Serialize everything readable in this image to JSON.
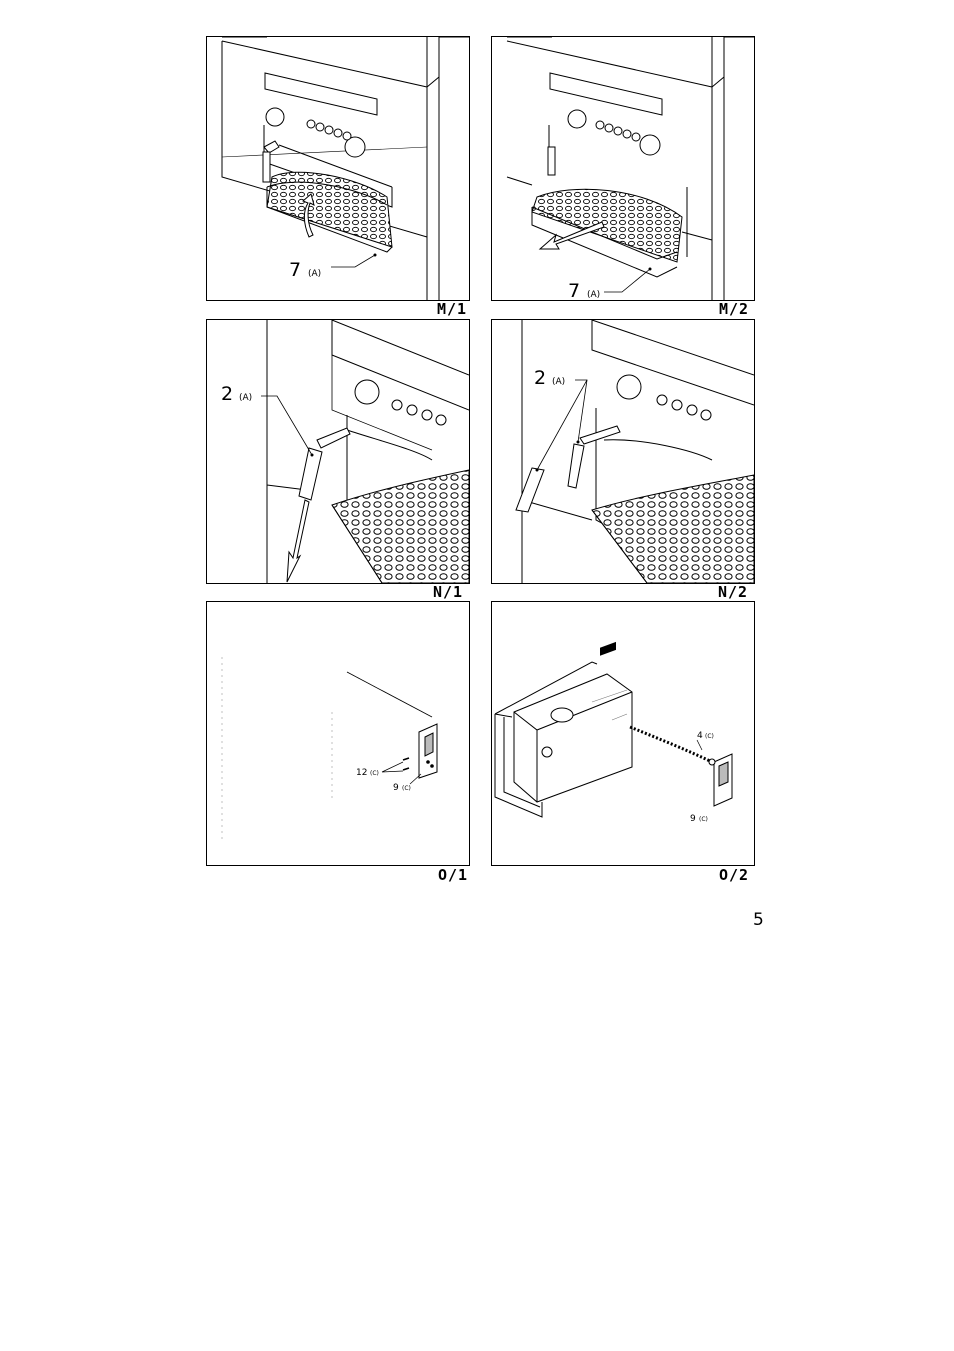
{
  "figures": [
    {
      "caption": "M/1",
      "callout_num": "7",
      "callout_tag": "(A)"
    },
    {
      "caption": "M/2",
      "callout_num": "7",
      "callout_tag": "(A)"
    },
    {
      "caption": "N/1",
      "callout_num": "2",
      "callout_tag": "(A)"
    },
    {
      "caption": "N/2",
      "callout_num": "2",
      "callout_tag": "(A)"
    },
    {
      "caption": "O/1",
      "callouts": [
        {
          "num": "12",
          "tag": "(C)"
        },
        {
          "num": "9",
          "tag": "(C)"
        }
      ]
    },
    {
      "caption": "O/2",
      "callouts": [
        {
          "num": "4",
          "tag": "(C)"
        },
        {
          "num": "9",
          "tag": "(C)"
        }
      ]
    }
  ],
  "page_number": "5"
}
